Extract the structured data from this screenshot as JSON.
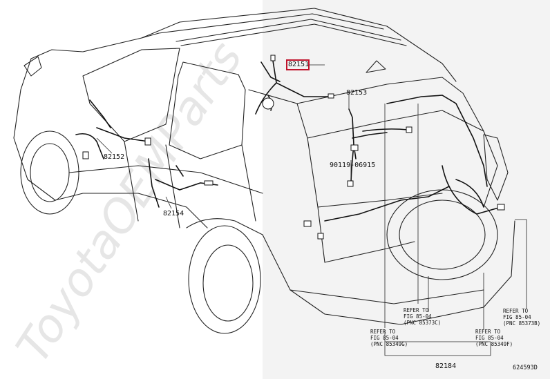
{
  "watermark": "ToyotaOEMParts",
  "figure_id": "624593D",
  "highlighted_part": "82151",
  "parts": {
    "p82153": "82153",
    "p82152": "82152",
    "p82154": "82154",
    "p90119": "90119-06915",
    "p82184": "82184"
  },
  "references": {
    "r1": {
      "line1": "REFER TO",
      "line2": "FIG 85-04",
      "line3": "(PNC 85373C)"
    },
    "r2": {
      "line1": "REFER TO",
      "line2": "FIG 85-04",
      "line3": "(PNC 85373B)"
    },
    "r3": {
      "line1": "REFER TO",
      "line2": "FIG 85-04",
      "line3": "(PNC 85349G)"
    },
    "r4": {
      "line1": "REFER TO",
      "line2": "FIG 85-04",
      "line3": "(PNC 85349F)"
    }
  },
  "colors": {
    "highlight": "#c0142c",
    "line": "#222222",
    "shade": "#f3f3f3"
  }
}
